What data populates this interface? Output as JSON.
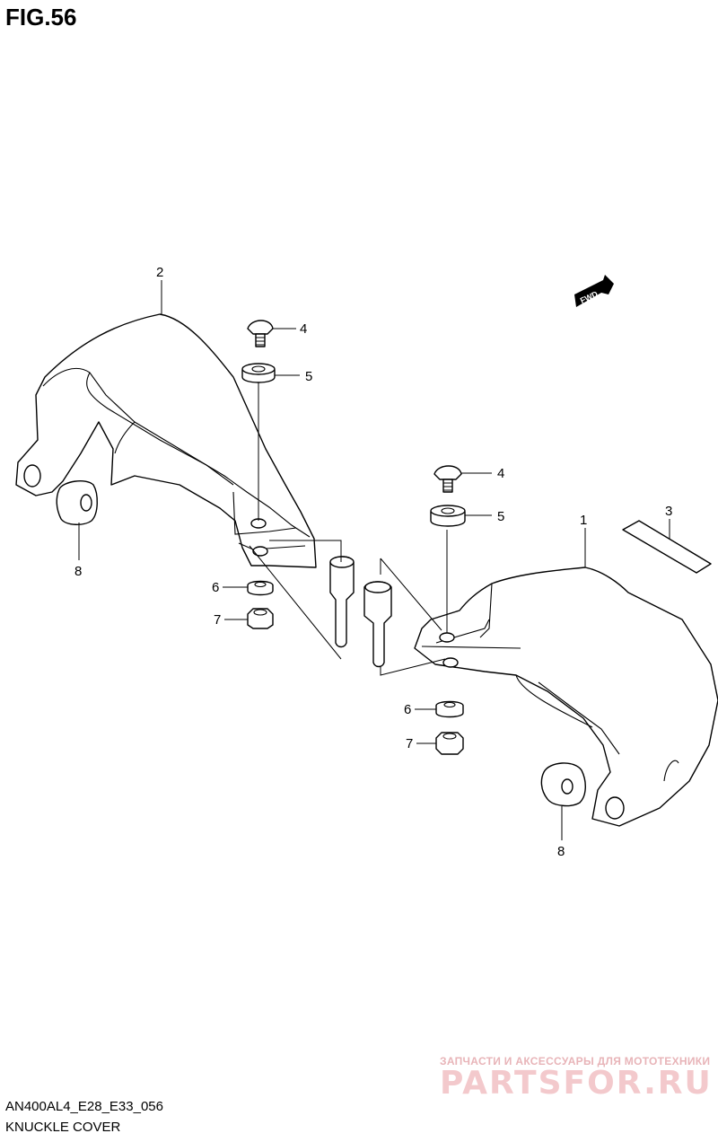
{
  "figure": {
    "title": "FIG.56"
  },
  "fwd_label": "FWD",
  "callouts": {
    "c1": "1",
    "c2": "2",
    "c3": "3",
    "c4a": "4",
    "c4b": "4",
    "c5a": "5",
    "c5b": "5",
    "c6a": "6",
    "c6b": "6",
    "c7a": "7",
    "c7b": "7",
    "c8a": "8",
    "c8b": "8"
  },
  "watermark": {
    "tagline": "ЗАПЧАСТИ И АКСЕССУАРЫ ДЛЯ МОТОТЕХНИКИ",
    "brand": "PARTSFOR.RU"
  },
  "footer": {
    "code": "AN400AL4_E28_E33_056",
    "name": "KNUCKLE COVER"
  }
}
